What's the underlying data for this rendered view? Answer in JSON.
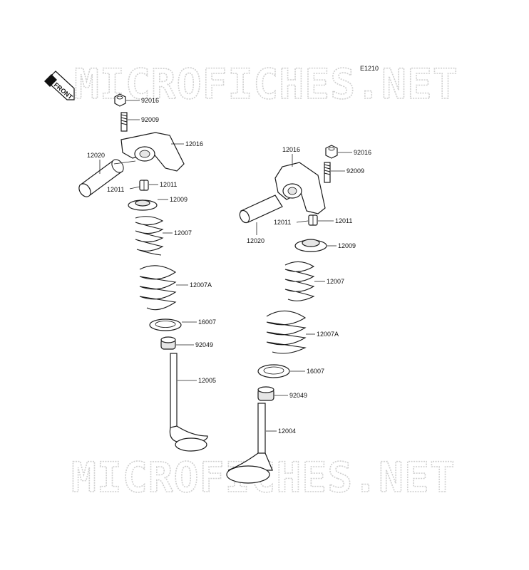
{
  "diagram_code": "E1210",
  "front_label": "FRONT",
  "watermarks": [
    "MICROFICHES.NET",
    "MICROFICHES.NET"
  ],
  "left_assembly": {
    "labels": [
      "92016",
      "92009",
      "12016",
      "12020",
      "12011",
      "12011",
      "12009",
      "12007",
      "12007A",
      "16007",
      "92049",
      "12005"
    ]
  },
  "right_assembly": {
    "labels": [
      "12016",
      "92016",
      "92009",
      "12020",
      "12011",
      "12011",
      "12009",
      "12007",
      "12007A",
      "16007",
      "92049",
      "12004"
    ]
  }
}
